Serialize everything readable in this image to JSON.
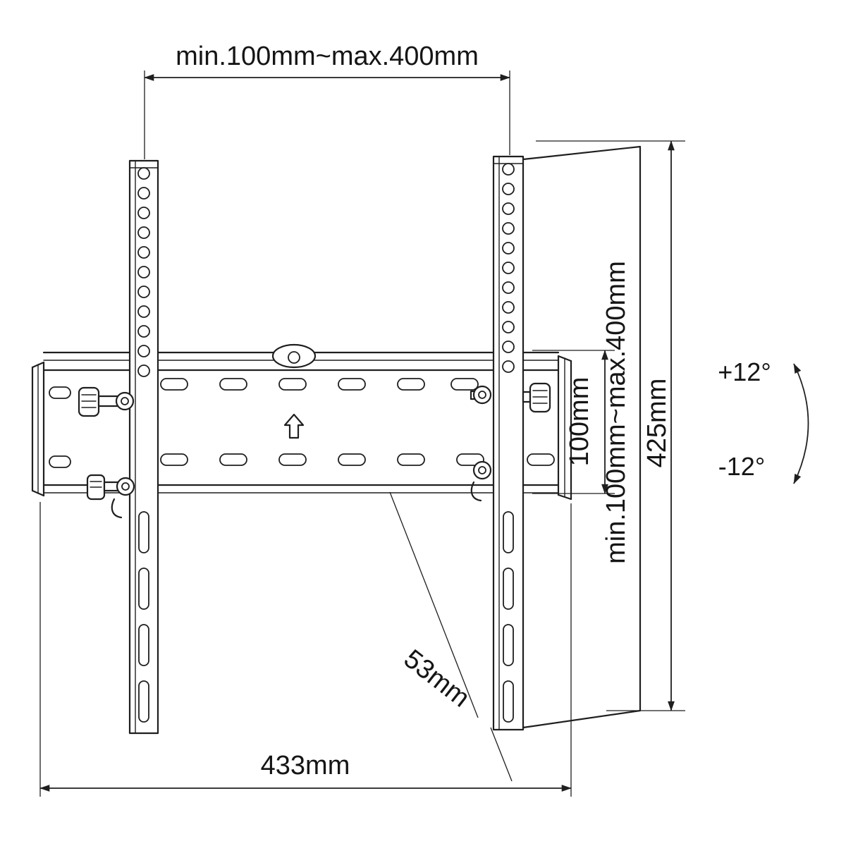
{
  "drawing": {
    "subject": "Tilting TV wall mount bracket technical drawing",
    "background": "#ffffff",
    "line_color": "#1f1f1f"
  },
  "dimensions": {
    "top_vesa_width": "min.100mm~max.400mm",
    "right_vesa_height": "min.100mm~max.400mm",
    "plate_height": "100mm",
    "total_height": "425mm",
    "depth": "53mm",
    "total_width": "433mm"
  },
  "tilt": {
    "up": "+12°",
    "down": "-12°"
  }
}
